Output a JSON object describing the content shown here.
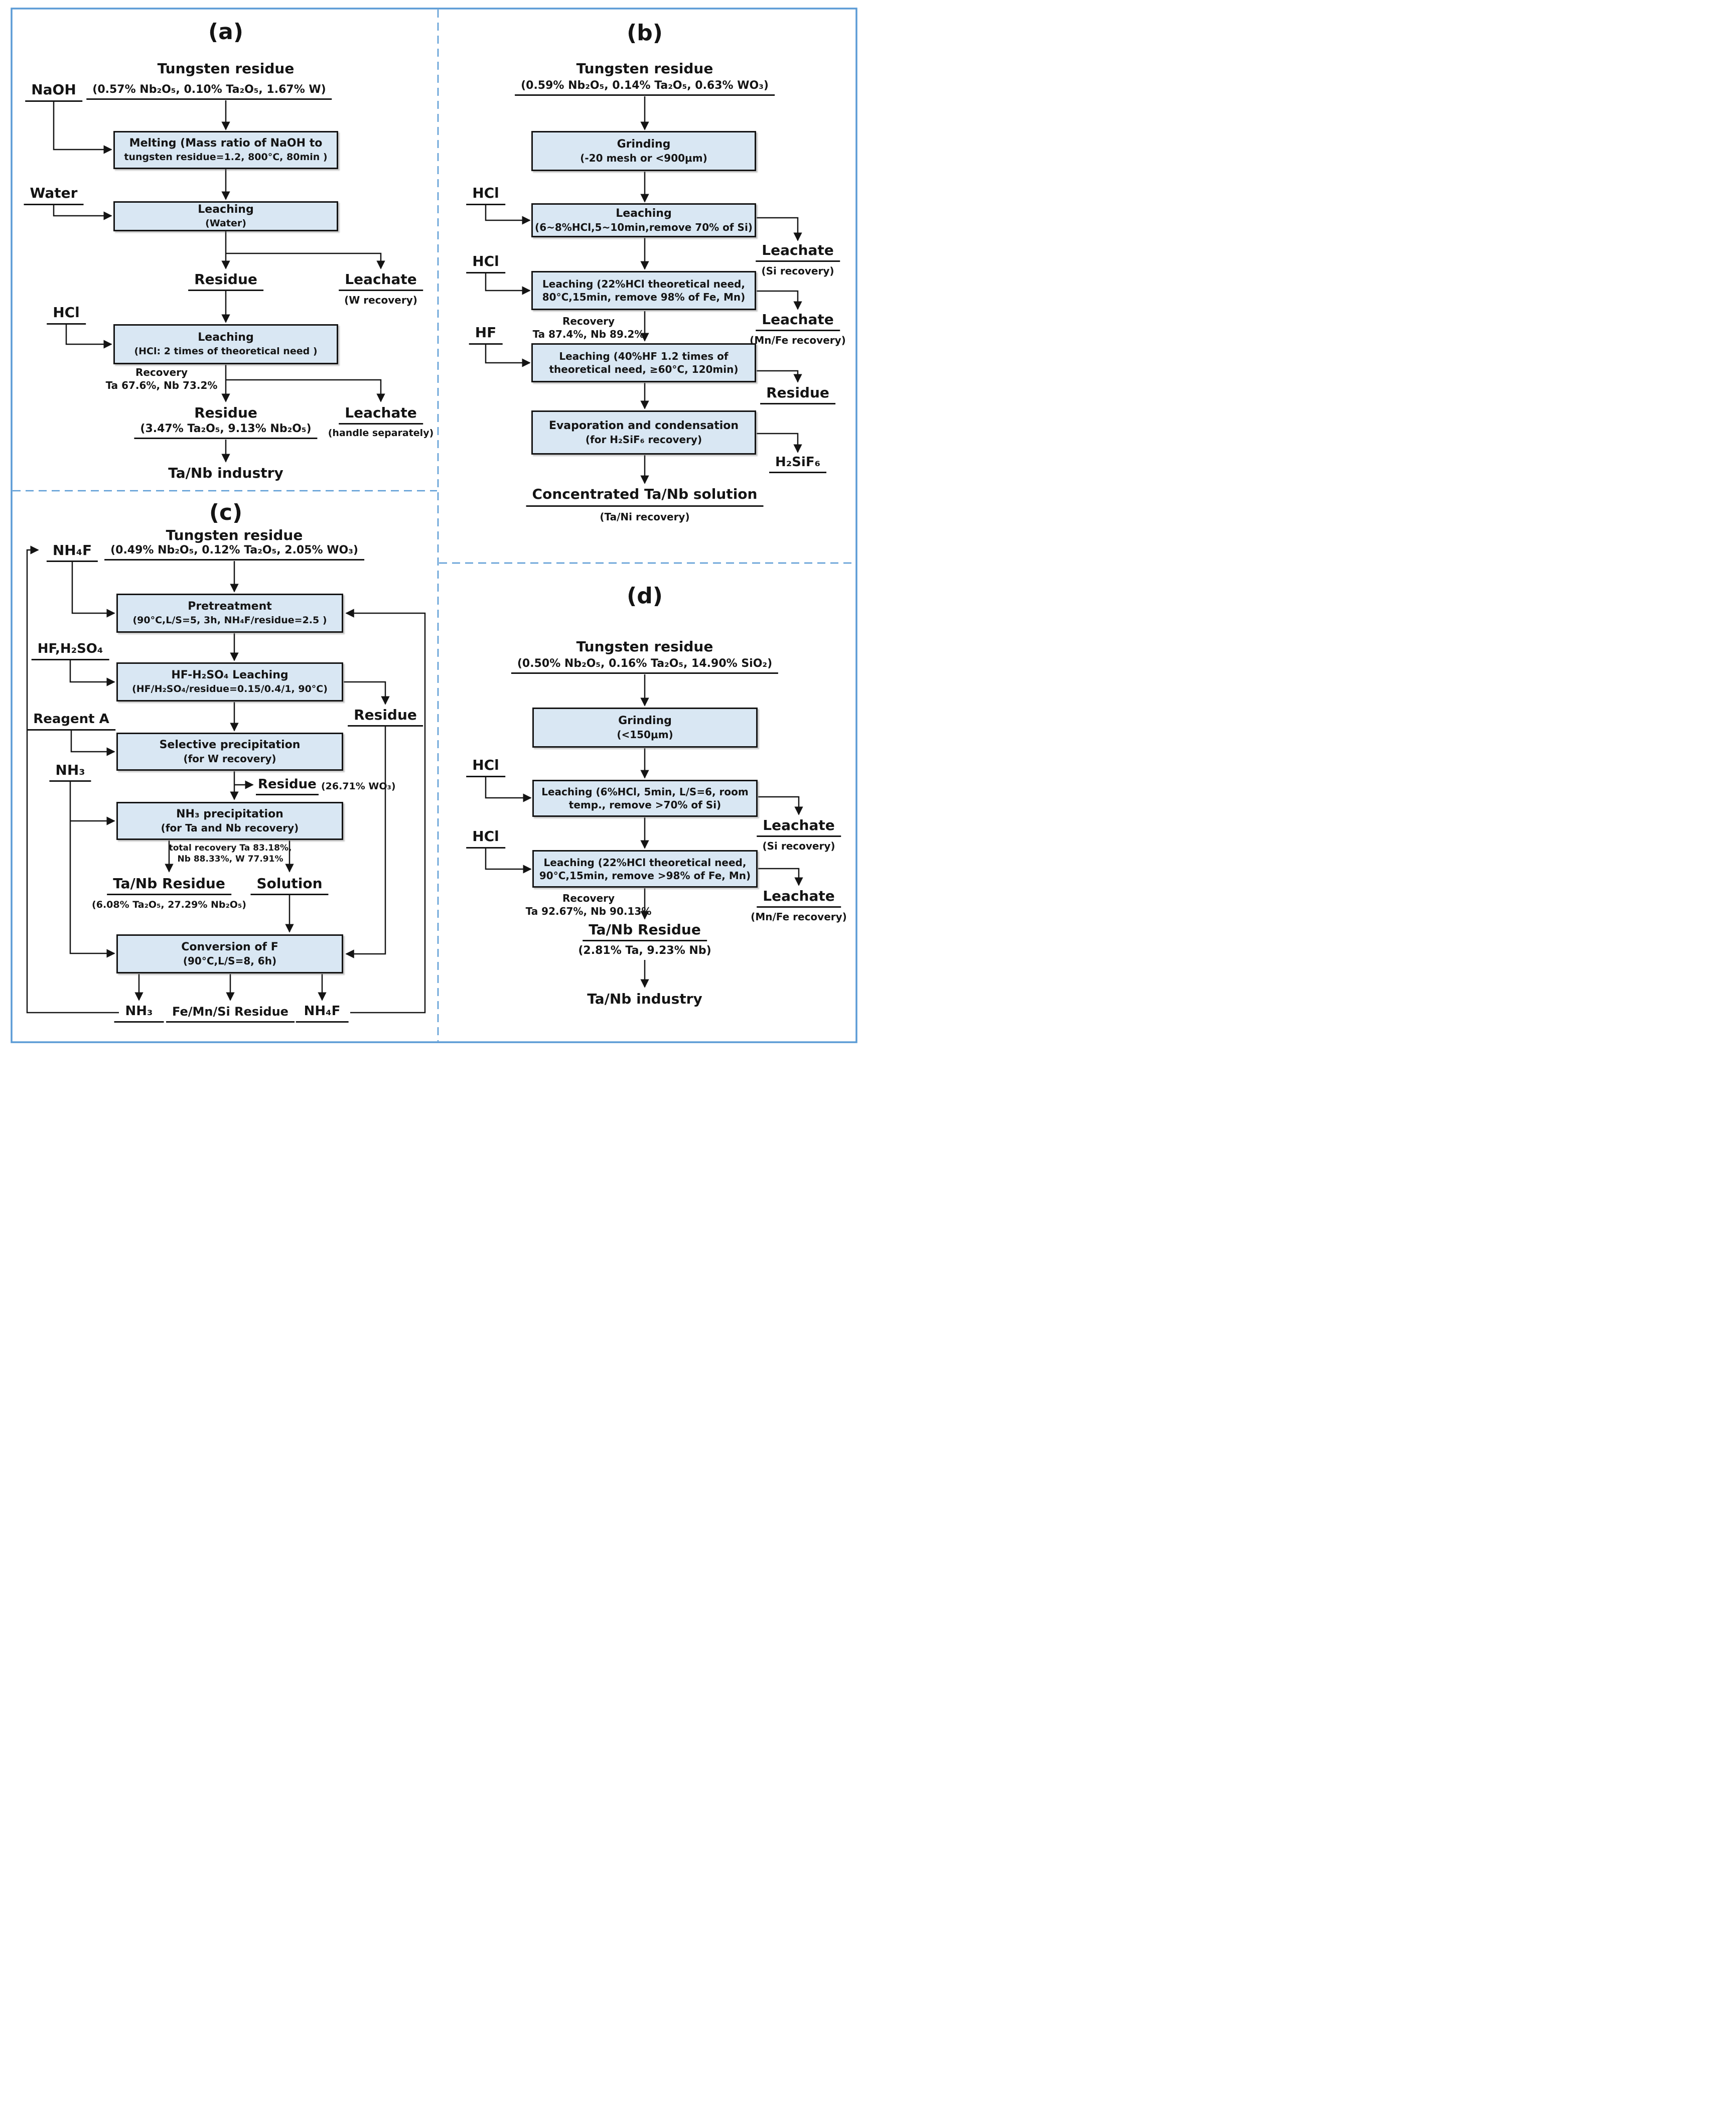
{
  "colors": {
    "accent": "#5b9bd5",
    "box_fill": "#d9e7f3",
    "line": "#141414"
  },
  "panels": {
    "a": {
      "title": "(a)",
      "feed": "Tungsten residue",
      "comp": "(0.57% Nb₂O₅, 0.10% Ta₂O₅, 1.67% W)",
      "in_naoh": "NaOH",
      "in_water": "Water",
      "in_hcl": "HCl",
      "melt1": "Melting (Mass ratio of NaOH to",
      "melt2": "tungsten residue=1.2, 800°C, 80min )",
      "lw1": "Leaching",
      "lw2": "(Water)",
      "res1": "Residue",
      "lea1": "Leachate",
      "lea1n": "(W recovery)",
      "lh1": "Leaching",
      "lh2": "(HCl: 2 times of theoretical need )",
      "rec1": "Recovery",
      "rec2": "Ta 67.6%, Nb 73.2%",
      "res2": "Residue",
      "res2c": "(3.47% Ta₂O₅, 9.13% Nb₂O₅)",
      "lea2": "Leachate",
      "lea2n": "(handle separately)",
      "fin": "Ta/Nb industry"
    },
    "b": {
      "title": "(b)",
      "feed": "Tungsten residue",
      "comp": "(0.59% Nb₂O₅, 0.14% Ta₂O₅, 0.63% WO₃)",
      "grind1": "Grinding",
      "grind2": "(-20 mesh or <900μm)",
      "hcl1": "HCl",
      "l1a": "Leaching",
      "l1b": "(6~8%HCl,5~10min,remove 70% of Si)",
      "lea1": "Leachate",
      "lea1n": "(Si recovery)",
      "hcl2": "HCl",
      "l2a": "Leaching (22%HCl theoretical need,",
      "l2b": "80°C,15min, remove 98% of Fe, Mn)",
      "rec1": "Recovery",
      "rec2": "Ta 87.4%, Nb 89.2%",
      "lea2": "Leachate",
      "lea2n": "(Mn/Fe recovery)",
      "hf": "HF",
      "l3a": "Leaching (40%HF 1.2 times of",
      "l3b": "theoretical need, ≥60°C, 120min)",
      "res": "Residue",
      "ev1": "Evaporation and condensation",
      "ev2": "(for H₂SiF₆ recovery)",
      "h2sif6": "H₂SiF₆",
      "fin": "Concentrated Ta/Nb solution",
      "finn": "(Ta/Ni recovery)"
    },
    "c": {
      "title": "(c)",
      "feed": "Tungsten residue",
      "comp": "(0.49% Nb₂O₅, 0.12% Ta₂O₅, 2.05% WO₃)",
      "nh4f": "NH₄F",
      "pre1": "Pretreatment",
      "pre2": "(90°C,L/S=5, 3h, NH₄F/residue=2.5 )",
      "hf": "HF,H₂SO₄",
      "hfl1": "HF-H₂SO₄ Leaching",
      "hfl2": "(HF/H₂SO₄/residue=0.15/0.4/1, 90°C)",
      "res_side": "Residue",
      "reagent": "Reagent A",
      "sel1": "Selective precipitation",
      "sel2": "(for W recovery)",
      "resw": "Residue",
      "reswc": "(26.71% WO₃)",
      "nh3": "NH₃",
      "np1": "NH₃ precipitation",
      "np2": "(for Ta and Nb recovery)",
      "tot1": "total recovery Ta 83.18%,",
      "tot2": "Nb 88.33%, W 77.91%",
      "tanb": "Ta/Nb Residue",
      "tanbc": "(6.08% Ta₂O₅, 27.29% Nb₂O₅)",
      "sol": "Solution",
      "conv1": "Conversion of F",
      "conv2": "(90°C,L/S=8, 6h)",
      "out_nh3": "NH₃",
      "out_femnsi": "Fe/Mn/Si Residue",
      "out_nh4f": "NH₄F"
    },
    "d": {
      "title": "(d)",
      "feed": "Tungsten residue",
      "comp": "(0.50% Nb₂O₅, 0.16% Ta₂O₅, 14.90% SiO₂)",
      "grind1": "Grinding",
      "grind2": "(<150μm)",
      "hcl1": "HCl",
      "l1a": "Leaching (6%HCl, 5min, L/S=6, room",
      "l1b": "temp., remove >70% of Si)",
      "lea1": "Leachate",
      "lea1n": "(Si recovery)",
      "hcl2": "HCl",
      "l2a": "Leaching (22%HCl theoretical need,",
      "l2b": "90°C,15min, remove >98% of Fe, Mn)",
      "rec1": "Recovery",
      "rec2": "Ta 92.67%, Nb 90.13%",
      "lea2": "Leachate",
      "lea2n": "(Mn/Fe recovery)",
      "tanb": "Ta/Nb Residue",
      "tanbc": "(2.81% Ta, 9.23% Nb)",
      "fin": "Ta/Nb industry"
    }
  }
}
